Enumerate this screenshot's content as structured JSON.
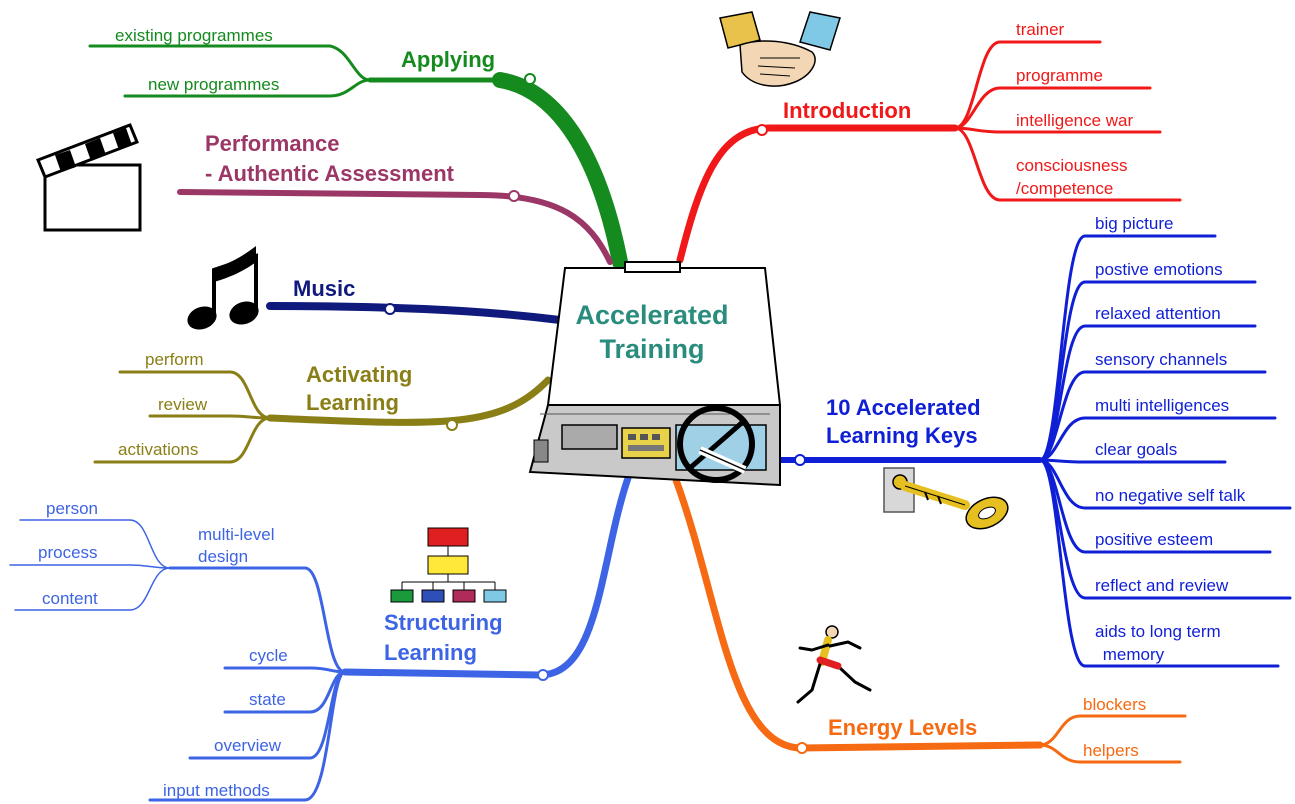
{
  "center": {
    "line1": "Accelerated",
    "line2": "Training"
  },
  "branches": {
    "applying": {
      "label": "Applying",
      "color": "#158a1e",
      "children": [
        "existing programmes",
        "new programmes"
      ]
    },
    "introduction": {
      "label": "Introduction",
      "color": "#f01818",
      "children": [
        "trainer",
        "programme",
        "intelligence war",
        "consciousness",
        "/competence"
      ]
    },
    "performance": {
      "line1": "Performance",
      "line2": "- Authentic Assessment",
      "color": "#9b3766"
    },
    "music": {
      "label": "Music",
      "color": "#101a7c"
    },
    "activating": {
      "line1": "Activating",
      "line2": "Learning",
      "color": "#8a7f16",
      "children": [
        "perform",
        "review",
        "activations"
      ]
    },
    "keys": {
      "line1": "10 Accelerated",
      "line2": "Learning Keys",
      "color": "#0f1fd6",
      "children": [
        "big picture",
        "postive emotions",
        "relaxed attention",
        "sensory channels",
        "multi intelligences",
        "clear goals",
        "no negative self talk",
        "positive esteem",
        "reflect and review",
        "aids to long term",
        " memory"
      ]
    },
    "structuring": {
      "line1": "Structuring",
      "line2": "Learning",
      "color": "#3d64e4",
      "subnode": {
        "line1": "multi-level",
        "line2": "design"
      },
      "design_children": [
        "person",
        "process",
        "content"
      ],
      "children": [
        "cycle",
        "state",
        "overview",
        "input methods"
      ]
    },
    "energy": {
      "label": "Energy Levels",
      "color": "#f56a12",
      "children": [
        "blockers",
        "helpers"
      ]
    }
  },
  "icons": [
    "clapperboard-icon",
    "music-notes-icon",
    "handshake-icon",
    "steering-wheel-icon",
    "key-icon",
    "org-chart-icon",
    "runner-icon"
  ]
}
